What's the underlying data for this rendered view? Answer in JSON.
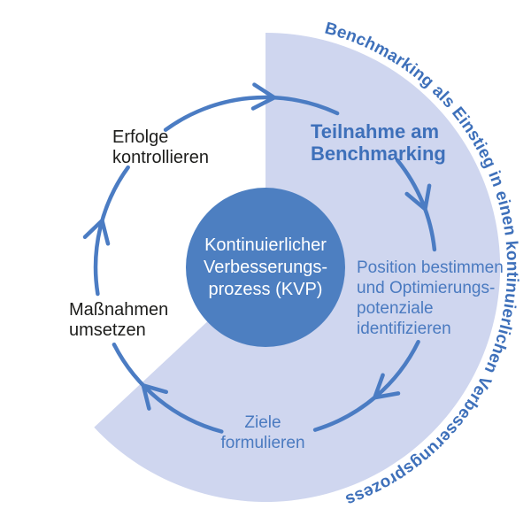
{
  "diagram": {
    "center": {
      "label": "Kontinuierlicher\nVerbesserungs-\nprozess (KVP)"
    },
    "outer_arc_label": "Benchmarking als Einstieg in einen kontinuierlichen Verbesserungsprozess",
    "steps": {
      "teilnahme": {
        "label": "Teilnahme am\nBenchmarking"
      },
      "position": {
        "label": "Position bestimmen\nund Optimierungs-\npotenziale\nidentifizieren"
      },
      "ziele": {
        "label": "Ziele\nformulieren"
      },
      "massnahmen": {
        "label": "Maßnahmen\numsetzen"
      },
      "erfolge": {
        "label": "Erfolge\nkontrollieren"
      }
    },
    "colors": {
      "sector_fill": "#cfd6ef",
      "circle_fill": "#4d7fc1",
      "arrow_stroke": "#4b7cc3",
      "emphasis_text": "#3e70ba",
      "body_text": "#4a7ac0",
      "black_text": "#1d1d1b"
    }
  }
}
